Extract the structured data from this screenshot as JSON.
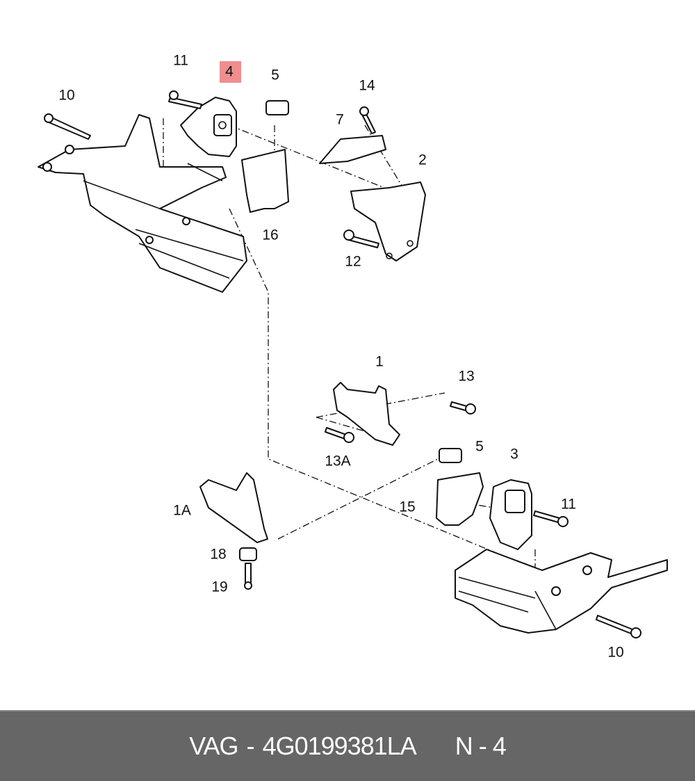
{
  "diagram": {
    "callouts": [
      {
        "id": "c11a",
        "text": "11"
      },
      {
        "id": "c4",
        "text": "4",
        "highlighted": true
      },
      {
        "id": "c5a",
        "text": "5"
      },
      {
        "id": "c10a",
        "text": "10"
      },
      {
        "id": "c14",
        "text": "14"
      },
      {
        "id": "c7",
        "text": "7"
      },
      {
        "id": "c2",
        "text": "2"
      },
      {
        "id": "c16",
        "text": "16"
      },
      {
        "id": "c12",
        "text": "12"
      },
      {
        "id": "c1",
        "text": "1"
      },
      {
        "id": "c13",
        "text": "13"
      },
      {
        "id": "c5b",
        "text": "5"
      },
      {
        "id": "c3",
        "text": "3"
      },
      {
        "id": "c13A",
        "text": "13A"
      },
      {
        "id": "c1A",
        "text": "1A"
      },
      {
        "id": "c15",
        "text": "15"
      },
      {
        "id": "c11b",
        "text": "11"
      },
      {
        "id": "c18",
        "text": "18"
      },
      {
        "id": "c19",
        "text": "19"
      },
      {
        "id": "c10b",
        "text": "10"
      }
    ],
    "highlight_color": "#f08e8e"
  },
  "footer": {
    "brand": "VAG",
    "separator": "-",
    "part_number": "4G0199381LA",
    "position_label": "N - 4"
  }
}
